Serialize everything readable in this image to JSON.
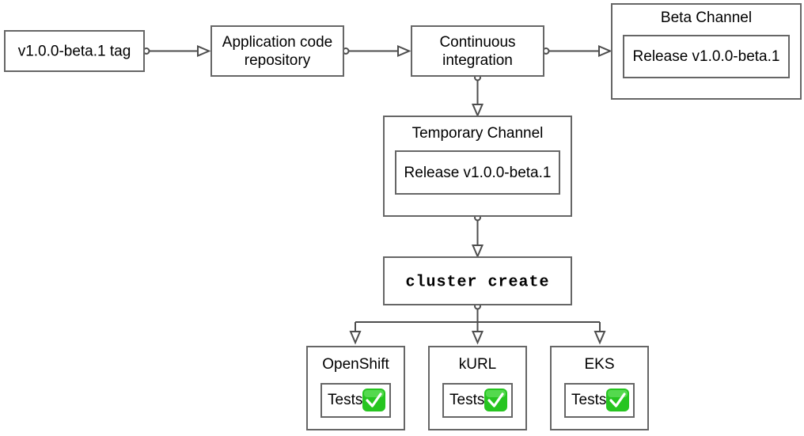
{
  "diagram": {
    "type": "flowchart",
    "direction": "left-to-right then top-to-bottom",
    "nodes": {
      "tag": {
        "label": "v1.0.0-beta.1 tag"
      },
      "repo": {
        "label_line1": "Application code",
        "label_line2": "repository"
      },
      "ci": {
        "label_line1": "Continuous",
        "label_line2": "integration"
      },
      "beta_channel": {
        "title": "Beta Channel",
        "release": "Release v1.0.0-beta.1"
      },
      "temporary_channel": {
        "title": "Temporary Channel",
        "release": "Release v1.0.0-beta.1"
      },
      "cluster_create": {
        "label": "cluster create"
      },
      "openshift": {
        "title": "OpenShift",
        "tests_label": "Tests",
        "tests_status_icon": "check-mark-green-icon"
      },
      "kurl": {
        "title": "kURL",
        "tests_label": "Tests",
        "tests_status_icon": "check-mark-green-icon"
      },
      "eks": {
        "title": "EKS",
        "tests_label": "Tests",
        "tests_status_icon": "check-mark-green-icon"
      }
    },
    "edges": [
      {
        "from": "tag",
        "to": "repo"
      },
      {
        "from": "repo",
        "to": "ci"
      },
      {
        "from": "ci",
        "to": "beta_channel"
      },
      {
        "from": "ci",
        "to": "temporary_channel"
      },
      {
        "from": "temporary_channel",
        "to": "cluster_create"
      },
      {
        "from": "cluster_create",
        "to": "openshift"
      },
      {
        "from": "cluster_create",
        "to": "kurl"
      },
      {
        "from": "cluster_create",
        "to": "eks"
      }
    ],
    "colors": {
      "box_stroke": "#666666",
      "edge_stroke": "#4d4d4d",
      "background": "#ffffff",
      "status_green": "#26c520",
      "text": "#000000"
    }
  }
}
